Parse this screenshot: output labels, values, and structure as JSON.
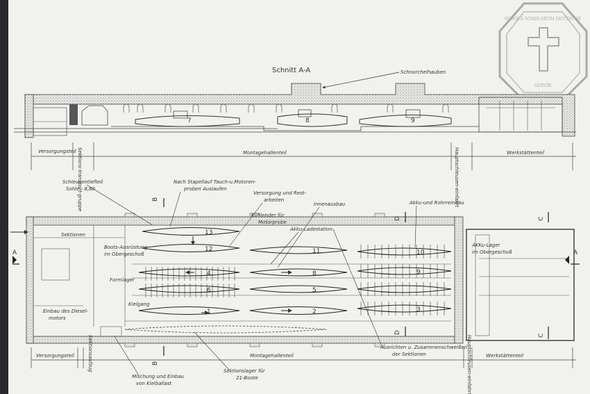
{
  "section_title": "Schnitt   A-A",
  "section_labels": {
    "schnorchel": "Schnorchelhauben",
    "versorgung": "Versorgungsteil",
    "sektionstransport": "Sektions-transport-gruppe",
    "montage": "Montagehallenteil",
    "hauptschleuse": "Hauptschleusen-einfahrt",
    "werkstaetten": "Werkstättenteil"
  },
  "section_boats": [
    "7",
    "8",
    "9"
  ],
  "plan_boats": [
    "13",
    "12",
    "11",
    "8",
    "6",
    "5",
    "4",
    "1",
    "2",
    "10",
    "9",
    "3"
  ],
  "plan_labels": {
    "schleusentiefteil": "Schleusentiefteil",
    "sohle": "Sohle - 8,80",
    "nach_stapellauf": "Nach Stapellauf Tauch-u.Motoren-",
    "proben": "proben Auslaufen",
    "versorgung_rest": "Versorgung und Rest-",
    "arbeiten": "arbeiten",
    "innenausbau": "Innenausbau",
    "akku_rohr": "Akku-und Rohrreinbau",
    "kuehlender": "Kühlender für",
    "motorprobe": "Motorprobe",
    "akku_lade": "Akku-Ladestation",
    "sektionen": "Sektionen",
    "boots_ausruestung": "Boots-Ausrüstung",
    "im_obergeschoss": "im Obergeschoß",
    "formlager": "Formlager",
    "kielgang": "Kielgang",
    "einbau_diesel": "Einbau des Diesel-",
    "motors": "motors",
    "akku_lager": "AKKu-Lager",
    "akku_obergeschoss": "im Obergeschoß",
    "ausrichten": "Ausrichten u. Zusammenschweißen",
    "der_sektionen": "der Sektionen",
    "sektionslager": "Sektionslager für",
    "boote": "21-Boote",
    "mischung": "Mischung  und  Einbau",
    "kielballast": "von Kielballast",
    "versorgungsteil": "Versorgungsteil",
    "sektionsaufzug": "Sektionsaufzug",
    "montagehallenteil": "Montagehallenteil",
    "hauptschleuse": "Hauptschleusen-einfahrt",
    "werkstaettenteil": "Werkstättenteil"
  },
  "section_markers": {
    "a": "A",
    "b": "B",
    "c": "C",
    "d": "D"
  },
  "seal": {
    "outer_text": "SCHOLA SCHOLARUM DEUTSCHE",
    "motto": "SERVIR",
    "color": "#9a9a9a"
  },
  "colors": {
    "paper": "#f1f1ef",
    "ink": "#3a3a3a",
    "background": "#1e1f22"
  }
}
